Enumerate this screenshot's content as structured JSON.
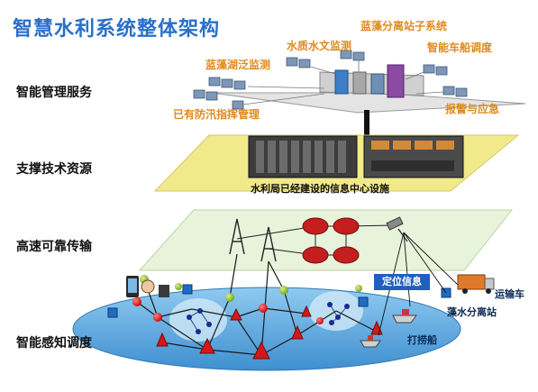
{
  "title": "智慧水利系统整体架构",
  "layers": {
    "service": "智能管理服务",
    "support": "支撑技术资源",
    "transmission": "高速可靠传输",
    "perception": "智能感知调度"
  },
  "service_labels": {
    "algae_split_station": "蓝藻分离站子系统",
    "water_quality": "水质水文监测",
    "smart_vessel": "智能车船调度",
    "algae_lake": "蓝藻湖泛监测",
    "flood_control": "已有防汛指挥管理",
    "alarm": "报警与应急"
  },
  "support_caption": "水利局已经建设的信息中心设施",
  "positioning_badge": "定位信息",
  "field_labels": {
    "truck": "运输车",
    "algae_station": "藻水分离站",
    "salvage_boat": "打捞船"
  },
  "colors": {
    "title_blue": "#2a6fc9",
    "orange_label": "#e08a1e",
    "support_plane": "#f2e98a",
    "network_plane": "#e8f3dc",
    "lake": "#5aa6dc",
    "badge": "#1f5fbf"
  }
}
